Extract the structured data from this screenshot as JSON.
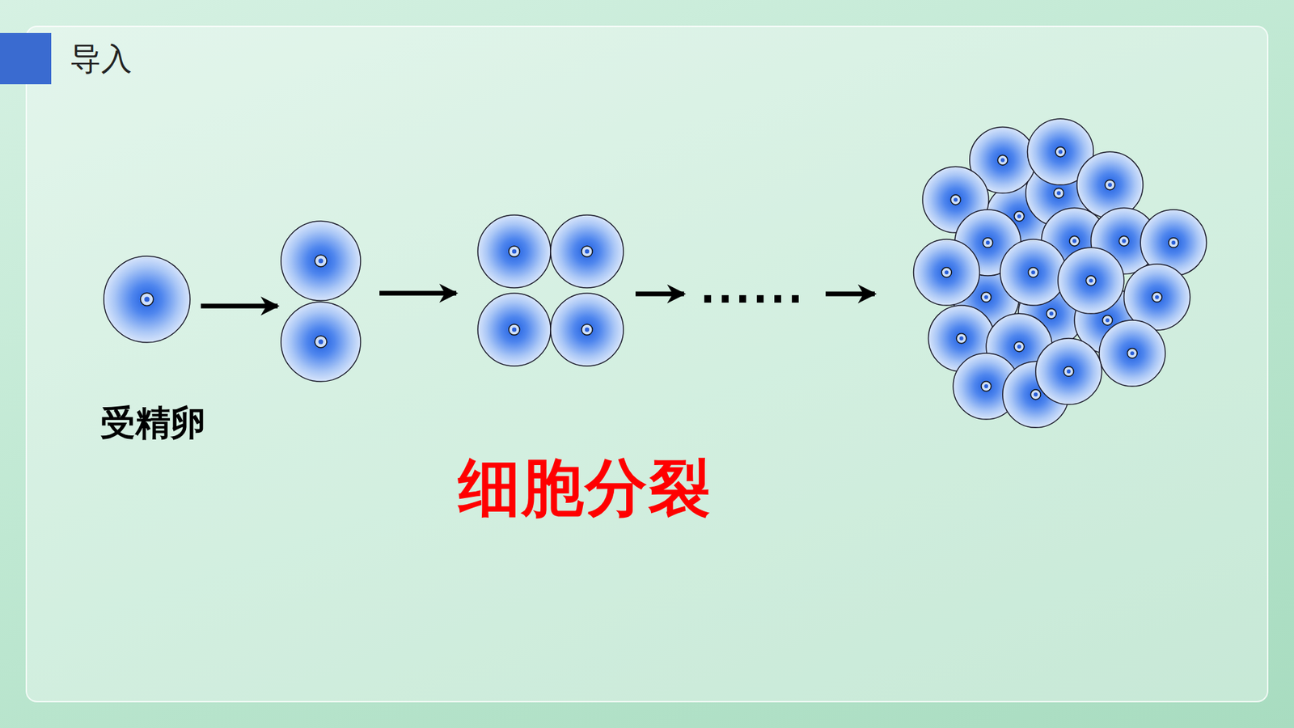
{
  "diagram": {
    "title": "导入",
    "labels": [
      "受精卵",
      "细胞分裂",
      "......"
    ]
  }
}
